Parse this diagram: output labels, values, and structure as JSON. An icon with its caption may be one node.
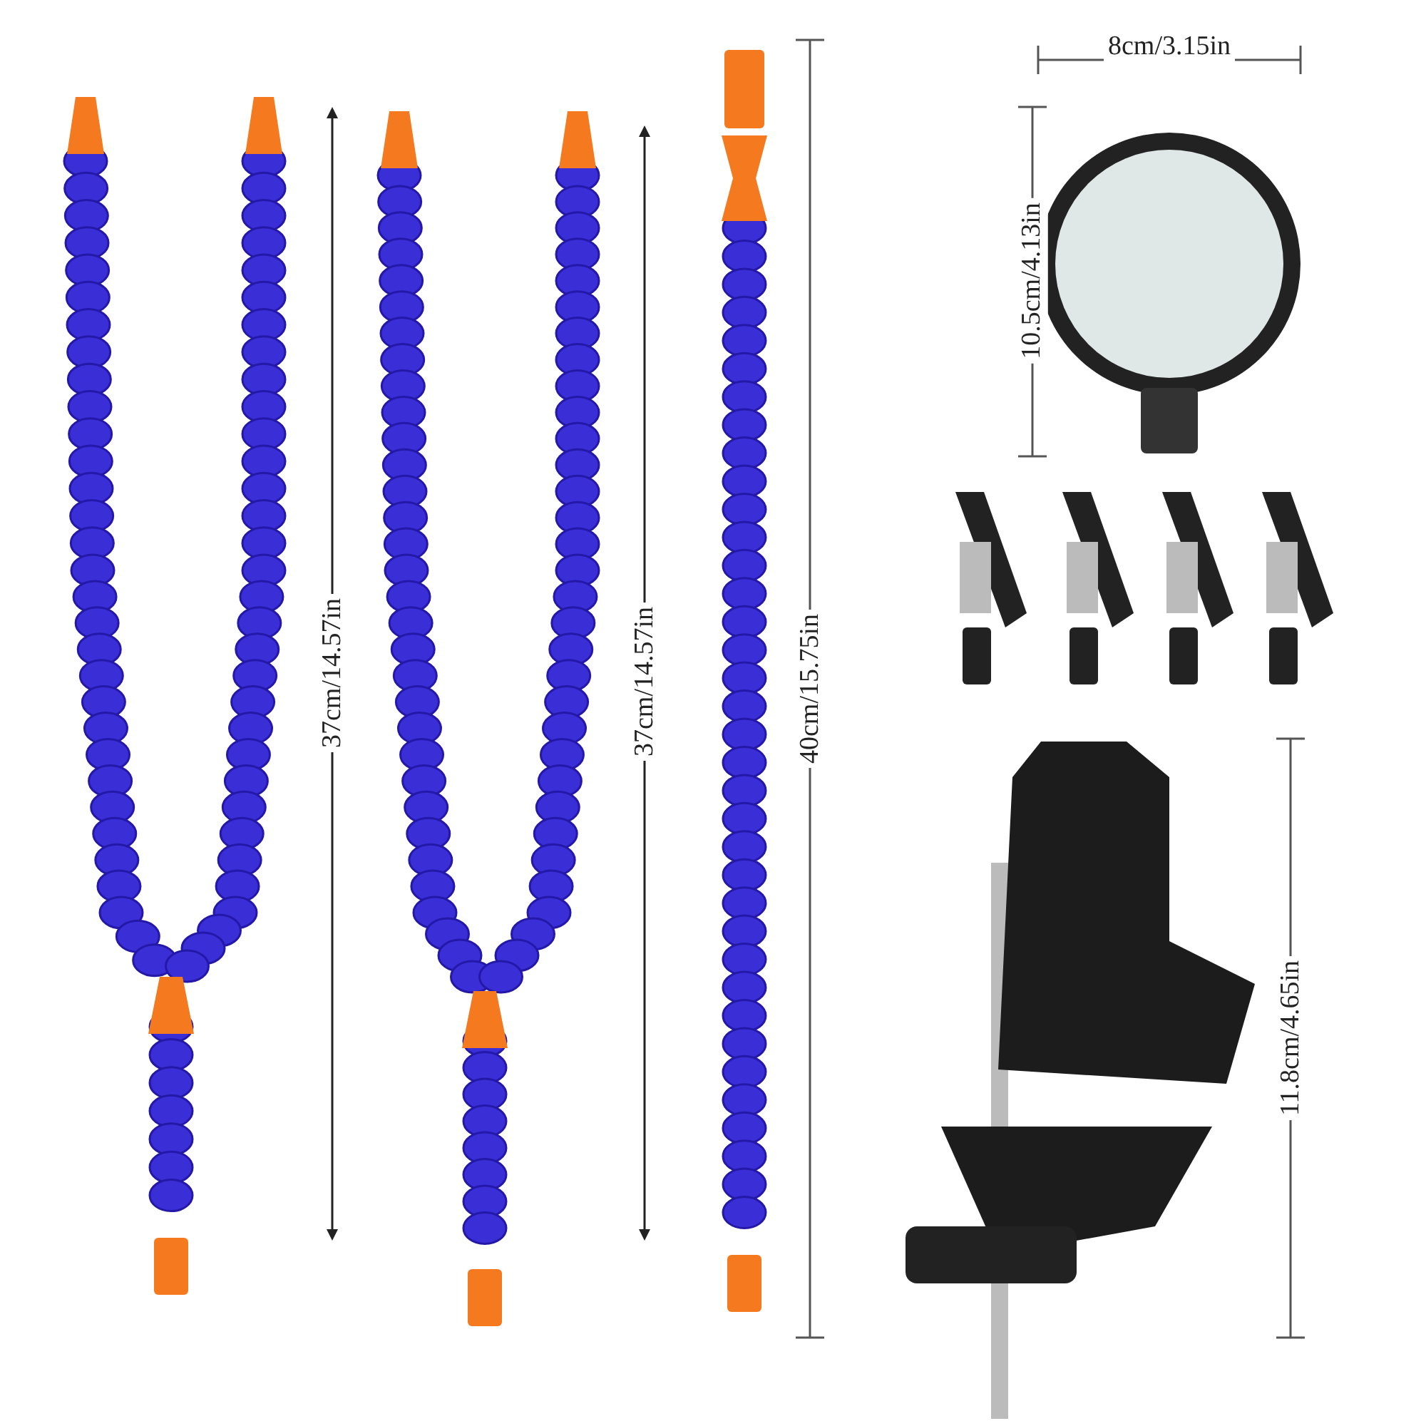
{
  "diagram": {
    "labels": [
      "8cm/3.15in",
      "10.5cm/4.13in",
      "37cm/14.57in",
      "37cm/14.57in",
      "40cm/15.75in",
      "11.8cm/4.65in"
    ]
  }
}
